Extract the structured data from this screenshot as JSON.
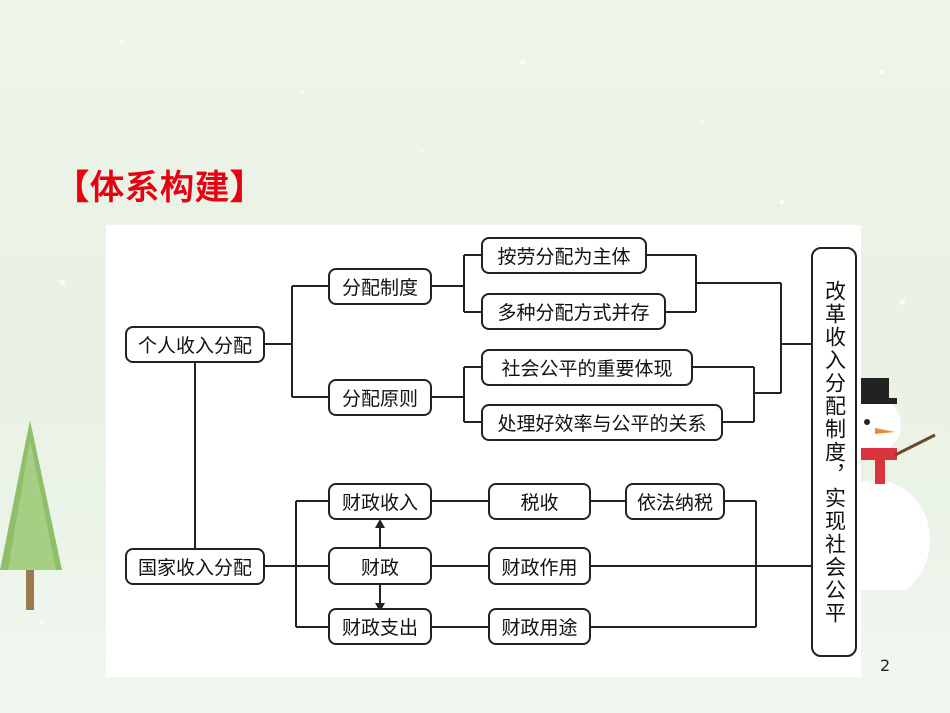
{
  "heading": "【体系构建】",
  "page_number": "2",
  "nodes": {
    "personal_income": "个人收入分配",
    "national_income": "国家收入分配",
    "distribution_system": "分配制度",
    "distribution_principle": "分配原则",
    "labor_main": "按劳分配为主体",
    "multiple_ways": "多种分配方式并存",
    "social_fairness": "社会公平的重要体现",
    "efficiency_fairness": "处理好效率与公平的关系",
    "fiscal_revenue": "财政收入",
    "fiscal": "财政",
    "fiscal_expenditure": "财政支出",
    "tax": "税收",
    "pay_tax": "依法纳税",
    "fiscal_role": "财政作用",
    "fiscal_use": "财政用途",
    "conclusion": "改革收入分配制度，实现社会公平"
  }
}
